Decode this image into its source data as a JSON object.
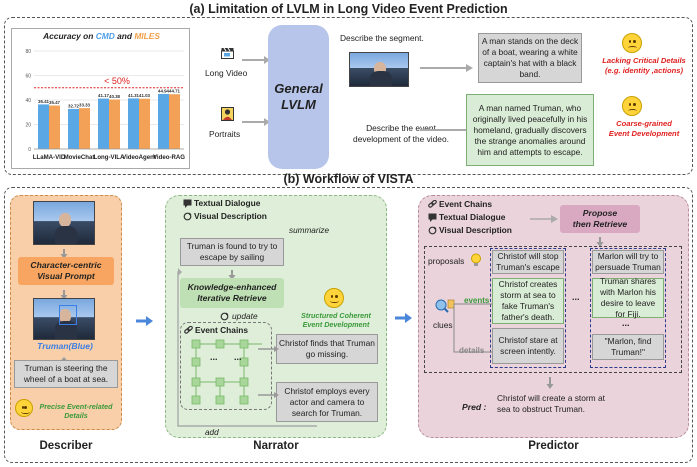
{
  "section_a": {
    "title": "(a) Limitation of LVLM in Long Video Event Prediction"
  },
  "chart_data": {
    "type": "bar",
    "title_parts": [
      "Accuracy on ",
      "CMD",
      " and ",
      "MILES"
    ],
    "title_colors": [
      "#222222",
      "#4f9fe8",
      "#222222",
      "#f0a048"
    ],
    "categories": [
      "LLaMA-VID",
      "MovieChat",
      "Long-VILA",
      "VideoAgent",
      "Video-RAG"
    ],
    "series": [
      {
        "name": "CMD",
        "color": "#5aa7e6",
        "values": [
          36.41,
          32.72,
          41.17,
          41.31,
          44.94
        ]
      },
      {
        "name": "MILES",
        "color": "#f2a157",
        "values": [
          35.47,
          33.33,
          40.38,
          41.03,
          44.71
        ]
      }
    ],
    "data_labels": [
      "36.41",
      "35.47",
      "32.72",
      "33.33",
      "41.17",
      "40.38",
      "41.31",
      "41.03",
      "44.94",
      "44.71"
    ],
    "yticks": [
      "0",
      "20",
      "40",
      "60",
      "80"
    ],
    "ylim": [
      0,
      80
    ],
    "threshold": {
      "value": 50,
      "label": "< 50%",
      "color": "#e02020"
    }
  },
  "inputs": {
    "long_video": "Long Video",
    "portraits": "Portraits"
  },
  "lvlm_label": "General LVLM",
  "lvlm_lines": [
    "General",
    "LVLM"
  ],
  "prompt1": "Describe the segment.",
  "prompt2_lines": [
    "Describe the event",
    "development of the video."
  ],
  "output1": "A man stands on the deck of a boat, wearing a white captain's hat with a black band.",
  "output2": "A man named Truman, who originally lived peacefully in his homeland, gradually discovers the strange anomalies around him and attempts to escape.",
  "issue1_lines": [
    "Lacking Critical Details",
    "(e.g. identity ,actions)"
  ],
  "issue2_lines": [
    "Coarse-grained",
    "Event Development"
  ],
  "section_b": {
    "title": "(b) Workflow of VISTA"
  },
  "describer": {
    "prompt_lines": [
      "Character-centric",
      "Visual Prompt"
    ],
    "name_label": "Truman(Blue)",
    "caption": "Truman is steering the wheel of a boat at sea.",
    "badge_lines": [
      "Precise Event-related",
      "Details"
    ],
    "title": "Describer"
  },
  "narrator": {
    "textual": "Textual Dialogue",
    "visual": "Visual Description",
    "summarize": "summarize",
    "found": "Truman is found to try to escape by sailing",
    "retrieve_lines": [
      "Knowledge-enhanced",
      "Iterative Retrieve"
    ],
    "update": "update",
    "structured_lines": [
      "Structured Coherent",
      "Event Development"
    ],
    "event_chains": "Event Chains",
    "dots": "...",
    "card1": "Christof finds that Truman go missing.",
    "card2": "Christof employs every actor and camera to search for Truman.",
    "add": "add",
    "title": "Narrator"
  },
  "predictor": {
    "event_chains": "Event Chains",
    "textual": "Textual Dialogue",
    "visual": "Visual Description",
    "propose_lines": [
      "Propose",
      "then Retrieve"
    ],
    "proposals": "proposals",
    "prop1": "Christof will stop Truman's escape",
    "prop2": "Marlon will try to persuade Truman",
    "ev1": "Christof creates storm at sea to fake Truman's father's death.",
    "ev2": "Truman shares with Marlon his desire to leave for Fiji.",
    "events": "events",
    "clues": "clues",
    "details": "details",
    "ev3": "Christof stare at screen intently.",
    "ev4": "\"Marlon, find Truman!\"",
    "dots": "...",
    "pred_label": "Pred :",
    "pred_text": "Christof will create a storm at sea to obstruct Truman.",
    "title": "Predictor"
  }
}
